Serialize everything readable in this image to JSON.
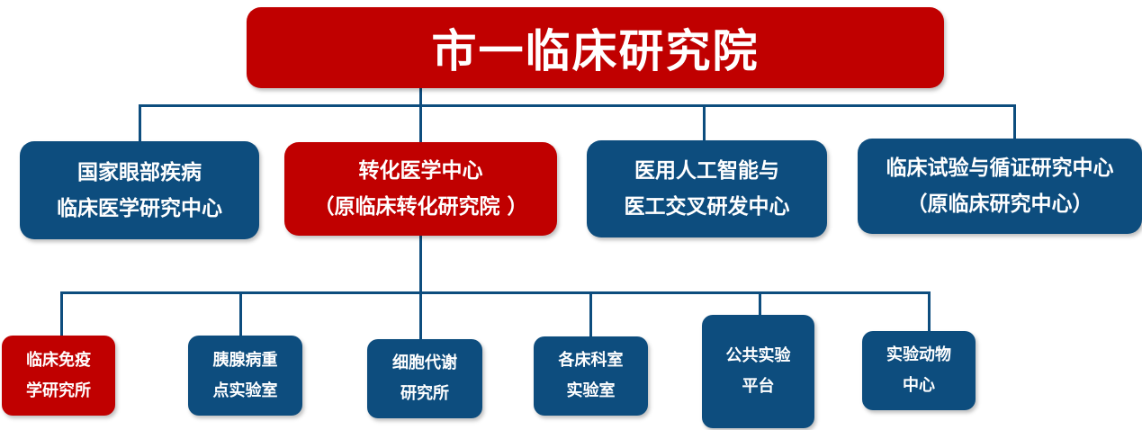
{
  "root": {
    "label": "市一临床研究院",
    "color": "#c00000"
  },
  "centers": [
    {
      "line1": "国家眼部疾病",
      "line2": "临床医学研究中心",
      "color": "#0d4d7e"
    },
    {
      "line1": "转化医学中心",
      "line2": "（原临床转化研究院 ）",
      "color": "#c00000"
    },
    {
      "line1": "医用人工智能与",
      "line2": "医工交叉研发中心",
      "color": "#0d4d7e"
    },
    {
      "line1": "临床试验与循证研究中心",
      "line2": "（原临床研究中心）",
      "color": "#0d4d7e"
    }
  ],
  "units": [
    {
      "line1": "临床免疫",
      "line2": "学研究所",
      "color": "#c00000"
    },
    {
      "line1": "胰腺病重",
      "line2": "点实验室",
      "color": "#0d4d7e"
    },
    {
      "line1": "细胞代谢",
      "line2": "研究所",
      "color": "#0d4d7e"
    },
    {
      "line1": "各床科室",
      "line2": "实验室",
      "color": "#0d4d7e"
    },
    {
      "line1": "公共实验",
      "line2": "平台",
      "color": "#0d4d7e"
    },
    {
      "line1": "实验动物",
      "line2": "中心",
      "color": "#0d4d7e"
    }
  ]
}
